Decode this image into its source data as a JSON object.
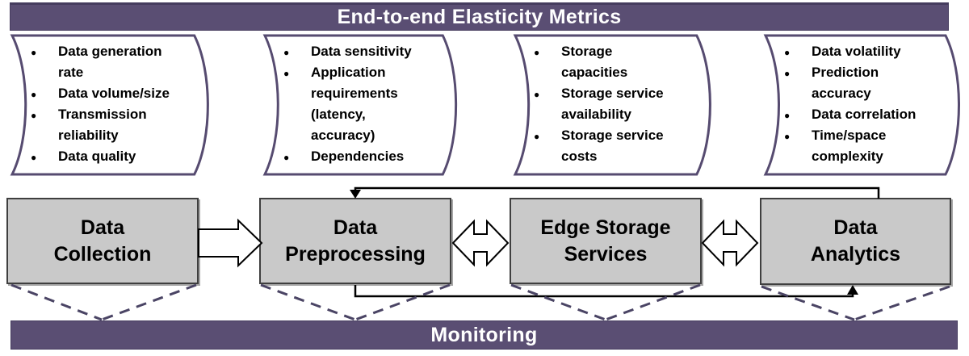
{
  "colors": {
    "banner_bg": "#5A4E73",
    "banner_border": "#453C5E",
    "shape_border": "#564B70",
    "box_bg": "#C9C9C9",
    "box_border": "#3F3F3F",
    "dashed_line": "#4A4464",
    "flow_line": "#000000"
  },
  "top_banner": {
    "title": "End-to-end Elasticity Metrics"
  },
  "metrics": {
    "groups": [
      {
        "items": [
          "Data generation\nrate",
          "Data volume/size",
          "Transmission\nreliability",
          "Data quality"
        ]
      },
      {
        "items": [
          "Data sensitivity",
          "Application\nrequirements\n(latency,\naccuracy)",
          "Dependencies"
        ]
      },
      {
        "items": [
          "Storage\ncapacities",
          "Storage service\navailability",
          "Storage service\ncosts"
        ]
      },
      {
        "items": [
          "Data volatility",
          "Prediction\naccuracy",
          "Data correlation",
          "Time/space\ncomplexity"
        ]
      }
    ]
  },
  "pipeline": {
    "stages": [
      {
        "label": "Data\nCollection"
      },
      {
        "label": "Data\nPreprocessing"
      },
      {
        "label": "Edge Storage\nServices"
      },
      {
        "label": "Data\nAnalytics"
      }
    ]
  },
  "bottom_banner": {
    "title": "Monitoring"
  }
}
